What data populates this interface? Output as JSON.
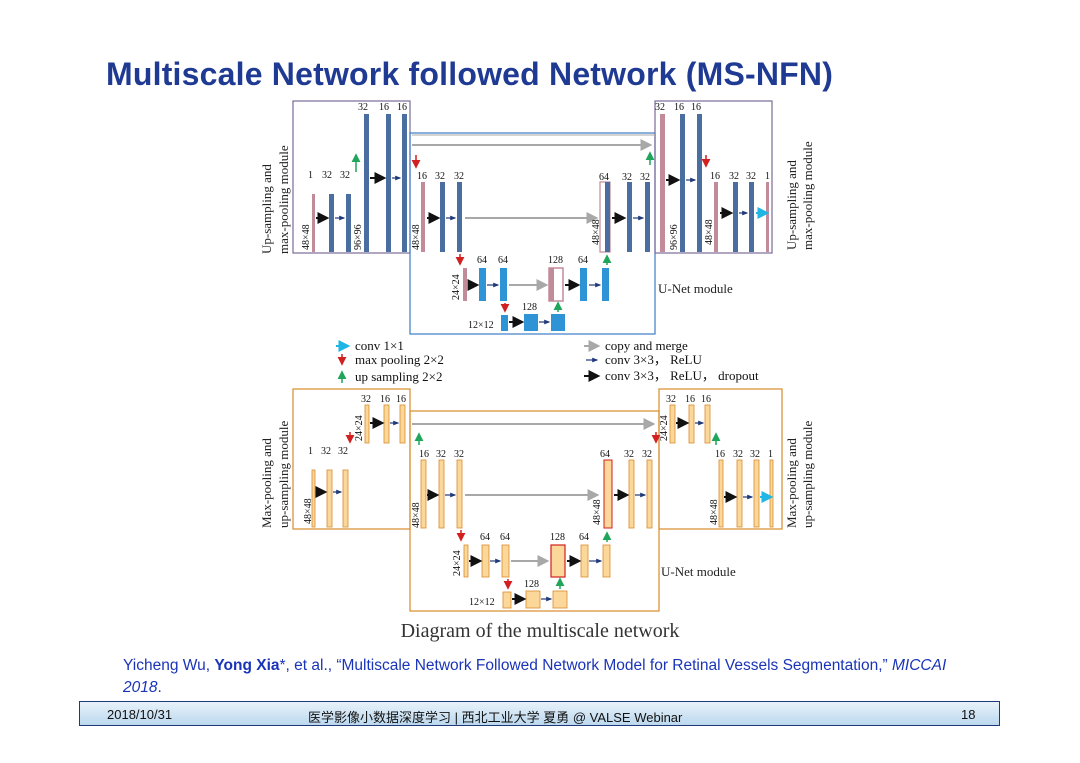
{
  "slide": {
    "title": "Multiscale Network followed Network (MS-NFN)",
    "caption": "Diagram of the multiscale network",
    "reference": {
      "authors_prefix": "Yicheng Wu, ",
      "author_bold": "Yong Xia",
      "authors_suffix": "*, et al., “Multiscale Network Followed Network Model for Retinal Vessels Segmentation,” ",
      "venue": "MICCAI 2018",
      "end": "."
    },
    "footer": {
      "date": "2018/10/31",
      "center": "医学影像小数据深度学习 | 西北工业大学 夏勇 @ VALSE Webinar",
      "page": "18"
    }
  },
  "diagram": {
    "top_left_label_1": "Up-sampling and",
    "top_left_label_2": "max-pooling module",
    "top_right_label_1": "Up-sampling and",
    "top_right_label_2": "max-pooling module",
    "bottom_left_label_1": "Max-pooling and",
    "bottom_left_label_2": "up-sampling module",
    "bottom_right_label_1": "Max-pooling and",
    "bottom_right_label_2": "up-sampling module",
    "unet_label": "U-Net module",
    "legend": {
      "conv1": "conv 1×1",
      "maxpool": "max pooling 2×2",
      "upsample": "up sampling 2×2",
      "copy": "copy and merge",
      "conv3": "conv 3×3， ReLU",
      "conv3d": "conv 3×3， ReLU， dropout"
    },
    "sizes": {
      "s48": "48×48",
      "s96": "96×96",
      "s24": "24×24",
      "s12": "12×12"
    },
    "channels": {
      "c1": "1",
      "c16": "16",
      "c32": "32",
      "c64": "64",
      "c128": "128"
    },
    "colors": {
      "title": "#1f3a93",
      "blue_bar": "#4a6ea0",
      "blue_cell": "#2e94d6",
      "orange_cell": "#fbd79a",
      "orange_border": "#d98c2b",
      "red_arrow": "#d21f1f",
      "green_arrow": "#1fa65a",
      "cyan_arrow": "#1fb6e6"
    }
  }
}
